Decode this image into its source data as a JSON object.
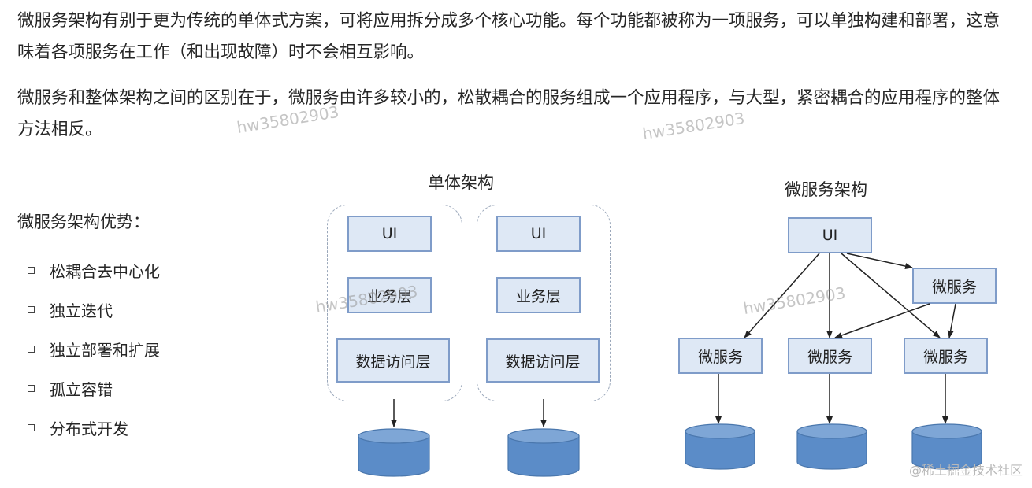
{
  "paragraphs": {
    "p1": "微服务架构有别于更为传统的单体式方案，可将应用拆分成多个核心功能。每个功能都被称为一项服务，可以单独构建和部署，这意味着各项服务在工作（和出现故障）时不会相互影响。",
    "p2": "微服务和整体架构之间的区别在于，微服务由许多较小的，松散耦合的服务组成一个应用程序，与大型，紧密耦合的应用程序的整体方法相反。"
  },
  "advantages": {
    "title": "微服务架构优势：",
    "items": [
      "松耦合去中心化",
      "独立迭代",
      "独立部署和扩展",
      "孤立容错",
      "分布式开发"
    ]
  },
  "monolith": {
    "title": "单体架构",
    "stacks": [
      {
        "ui": "UI",
        "business": "业务层",
        "data": "数据访问层"
      },
      {
        "ui": "UI",
        "business": "业务层",
        "data": "数据访问层"
      }
    ]
  },
  "microservices": {
    "title": "微服务架构",
    "ui": "UI",
    "service_label": "微服务"
  },
  "watermark": "hw35802903",
  "footer": "@稀土掘金技术社区",
  "colors": {
    "box_fill": "#dee8f5",
    "box_border": "#7f9cc9",
    "db_fill": "#5b8cc8",
    "db_top": "#7ea6d6"
  }
}
